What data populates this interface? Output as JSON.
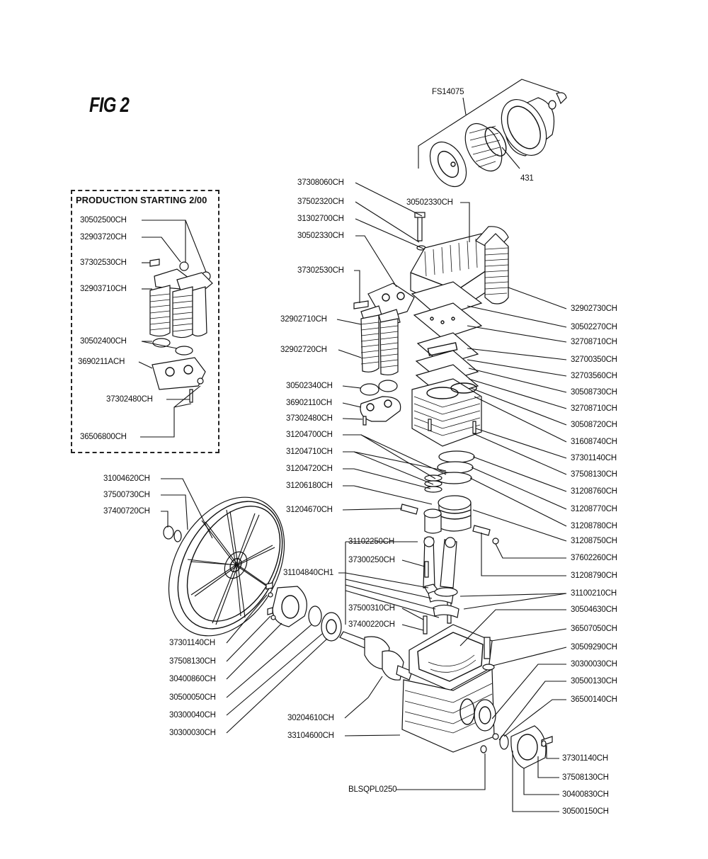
{
  "figure_title": "FIG 2",
  "inset": {
    "title": "PRODUCTION STARTING 2/00",
    "labels": [
      "30502500CH",
      "32903720CH",
      "37302530CH",
      "32903710CH",
      "30502400CH",
      "3690211ACH",
      "37302480CH",
      "36506800CH"
    ]
  },
  "parts": {
    "top": [
      "FS14075",
      "431",
      "37308060CH",
      "37502320CH",
      "31302700CH",
      "30502330CH",
      "30502330CH",
      "37302530CH",
      "32902710CH",
      "32902720CH",
      "30502340CH",
      "36902110CH",
      "37302480CH",
      "31204700CH",
      "31204710CH",
      "31204720CH",
      "31206180CH",
      "31204670CH"
    ],
    "right": [
      "32902730CH",
      "30502270CH",
      "32708710CH",
      "32700350CH",
      "32703560CH",
      "30508730CH",
      "32708710CH",
      "30508720CH",
      "31608740CH",
      "37301140CH",
      "37508130CH",
      "31208760CH",
      "31208770CH",
      "31208780CH",
      "31208750CH",
      "37602260CH",
      "31208790CH",
      "31100210CH",
      "30504630CH",
      "36507050CH",
      "30509290CH",
      "30300030CH",
      "30500130CH",
      "36500140CH"
    ],
    "left": [
      "31004620CH",
      "37500730CH",
      "37400720CH",
      "31102250CH",
      "37300250CH",
      "31104840CH1",
      "37500310CH",
      "37400220CH"
    ],
    "bottom_left": [
      "37301140CH",
      "37508130CH",
      "30400860CH",
      "30500050CH",
      "30300040CH",
      "30300030CH",
      "30204610CH",
      "33104600CH"
    ],
    "bottom": [
      "BLSQPL0250",
      "37301140CH",
      "37508130CH",
      "30400830CH",
      "30500150CH"
    ]
  }
}
